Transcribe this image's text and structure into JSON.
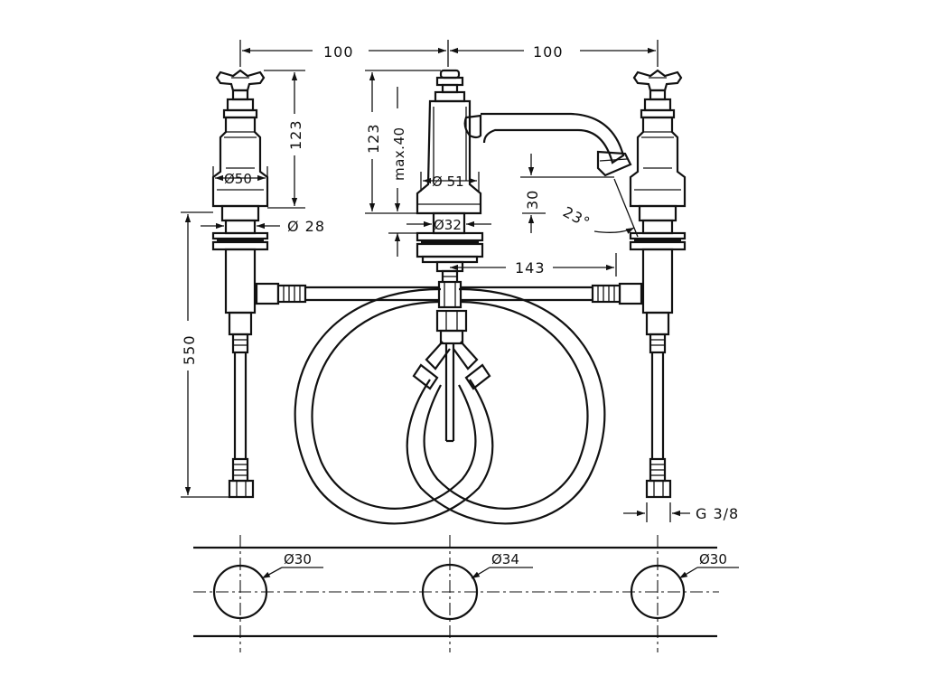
{
  "dimensions": {
    "spacing_left": "100",
    "spacing_right": "100",
    "handle_height": "123",
    "spout_height": "123",
    "spout_max": "max.40",
    "handle_body_diameter": "Ø50",
    "spout_body_diameter": "Ø 51",
    "handle_shank_diameter": "Ø 28",
    "spout_shank_diameter": "Ø32",
    "spout_drop": "30",
    "spout_angle": "23°",
    "spout_reach": "143",
    "total_length": "550",
    "connection_thread": "G 3/8"
  },
  "holes": {
    "left": "Ø30",
    "center": "Ø34",
    "right": "Ø30"
  }
}
